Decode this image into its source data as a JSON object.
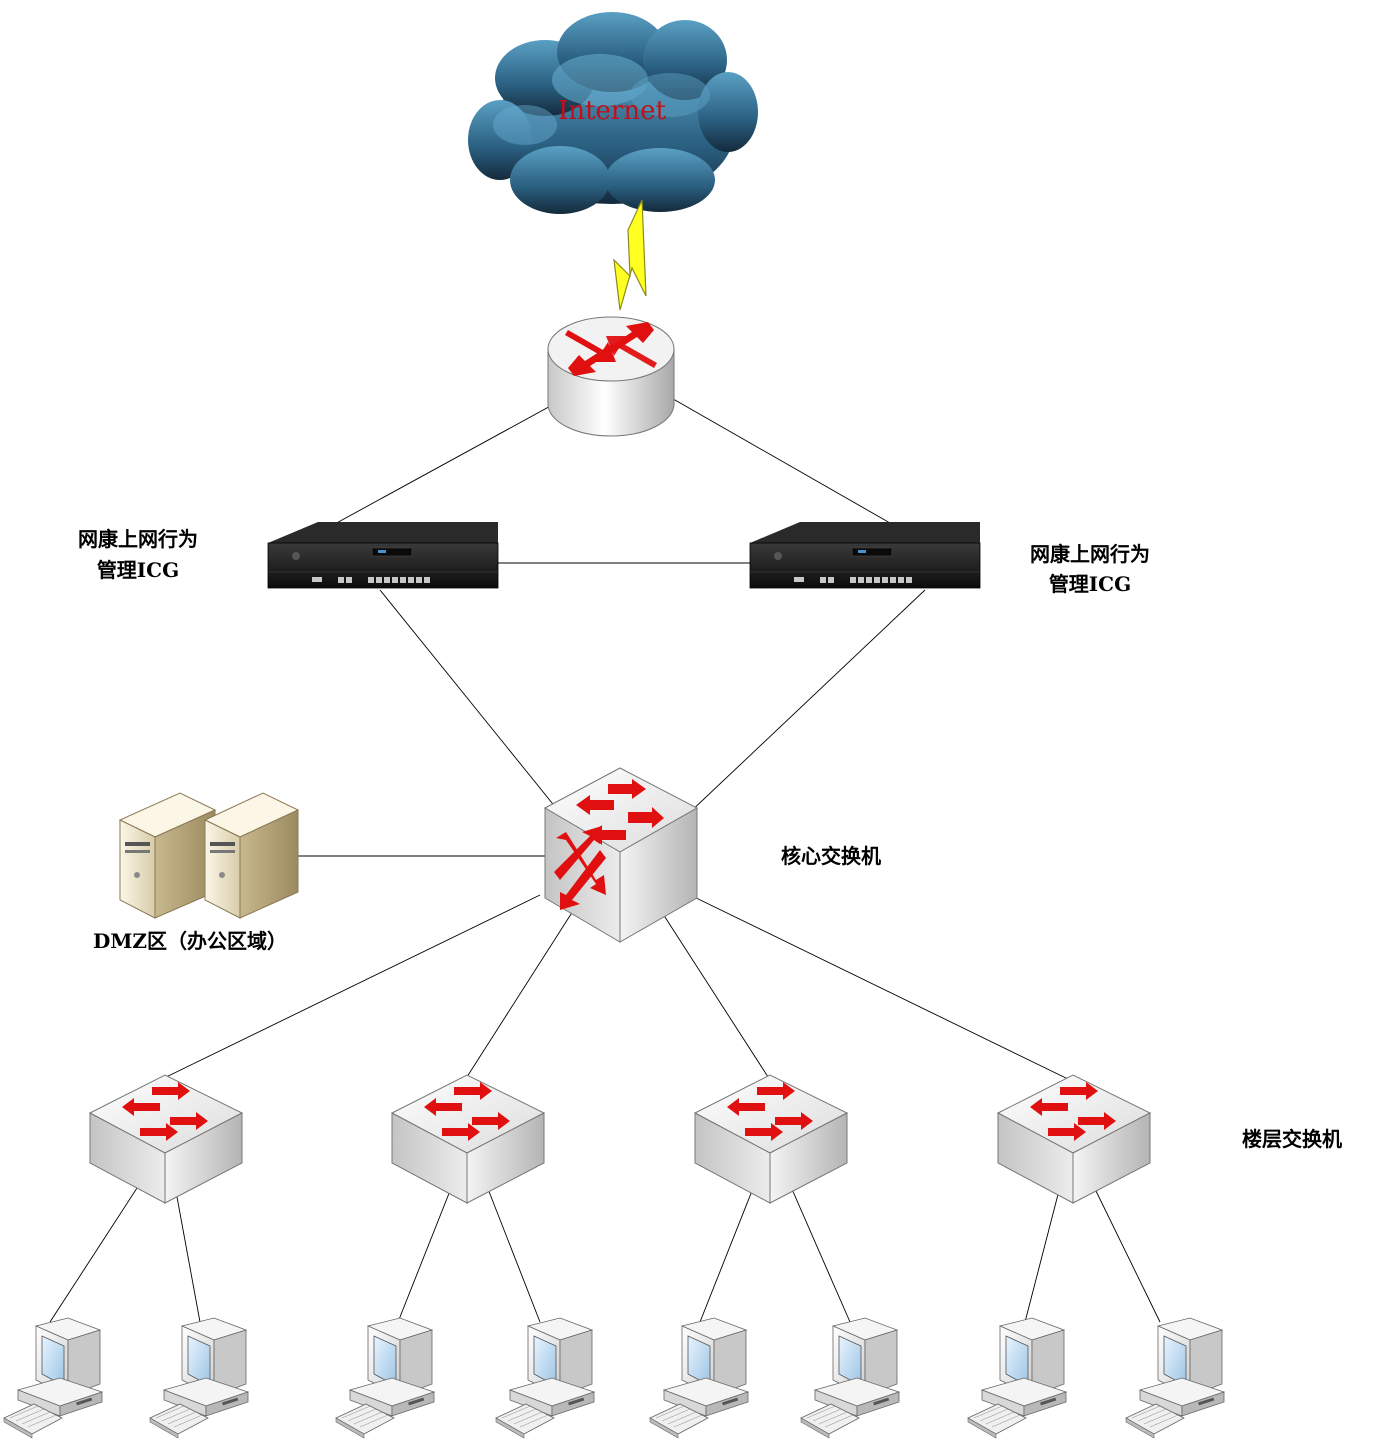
{
  "cloud": {
    "label": "Internet",
    "icon": "cloud-icon"
  },
  "router": {
    "icon": "router-icon"
  },
  "firewalls": [
    {
      "label_line1": "网康上网行为",
      "label_line2": "管理ICG",
      "icon": "appliance-icon"
    },
    {
      "label_line1": "网康上网行为",
      "label_line2": "管理ICG",
      "icon": "appliance-icon"
    }
  ],
  "core_switch": {
    "label": "核心交换机",
    "icon": "core-switch-icon"
  },
  "dmz": {
    "label": "DMZ区（办公区域）",
    "icon": "server-icon"
  },
  "floor_switches": {
    "label": "楼层交换机",
    "count": 4,
    "icon": "switch-icon"
  },
  "pcs": {
    "per_switch": 2,
    "icon": "pc-icon"
  },
  "colors": {
    "arrow": "#e01010",
    "cloud": "#2b6a8c",
    "lightning": "#ffff00",
    "cloud_text": "#c0101a"
  }
}
